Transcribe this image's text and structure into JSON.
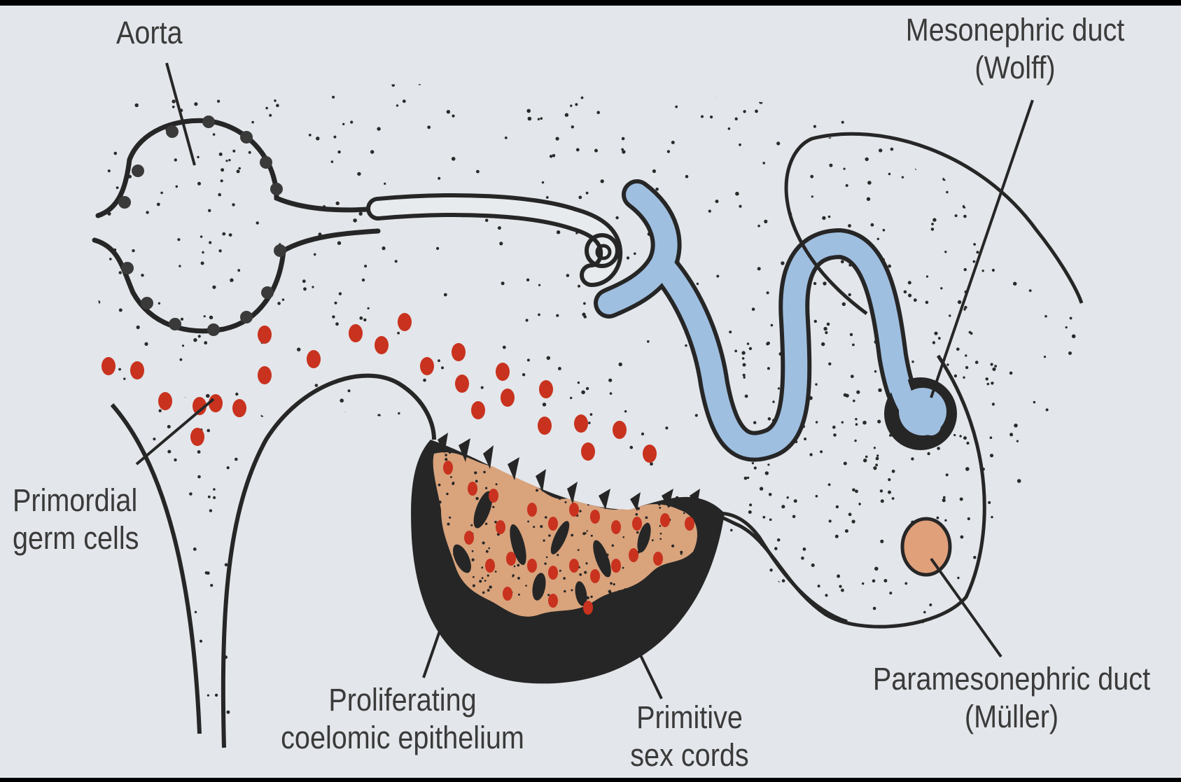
{
  "labels": {
    "aorta": "Aorta",
    "mesonephric_duct": {
      "line1": "Mesonephric duct",
      "line2": "(Wolff)"
    },
    "primordial_germ_cells": {
      "line1": "Primordial",
      "line2": "germ cells"
    },
    "proliferating_coelomic_epithelium": {
      "line1": "Proliferating",
      "line2": "coelomic epithelium"
    },
    "primitive_sex_cords": {
      "line1": "Primitive",
      "line2": "sex cords"
    },
    "paramesonephric_duct": {
      "line1": "Paramesonephric duct",
      "line2": "(Müller)"
    }
  },
  "colors": {
    "background": "#e3e6ea",
    "outline": "#262626",
    "germ_cell": "#c8321e",
    "mesonephric_duct_fill": "#9fbfe0",
    "gonad_tissue": "#d9a37c",
    "paramesonephric_fill": "#e0a07a"
  }
}
